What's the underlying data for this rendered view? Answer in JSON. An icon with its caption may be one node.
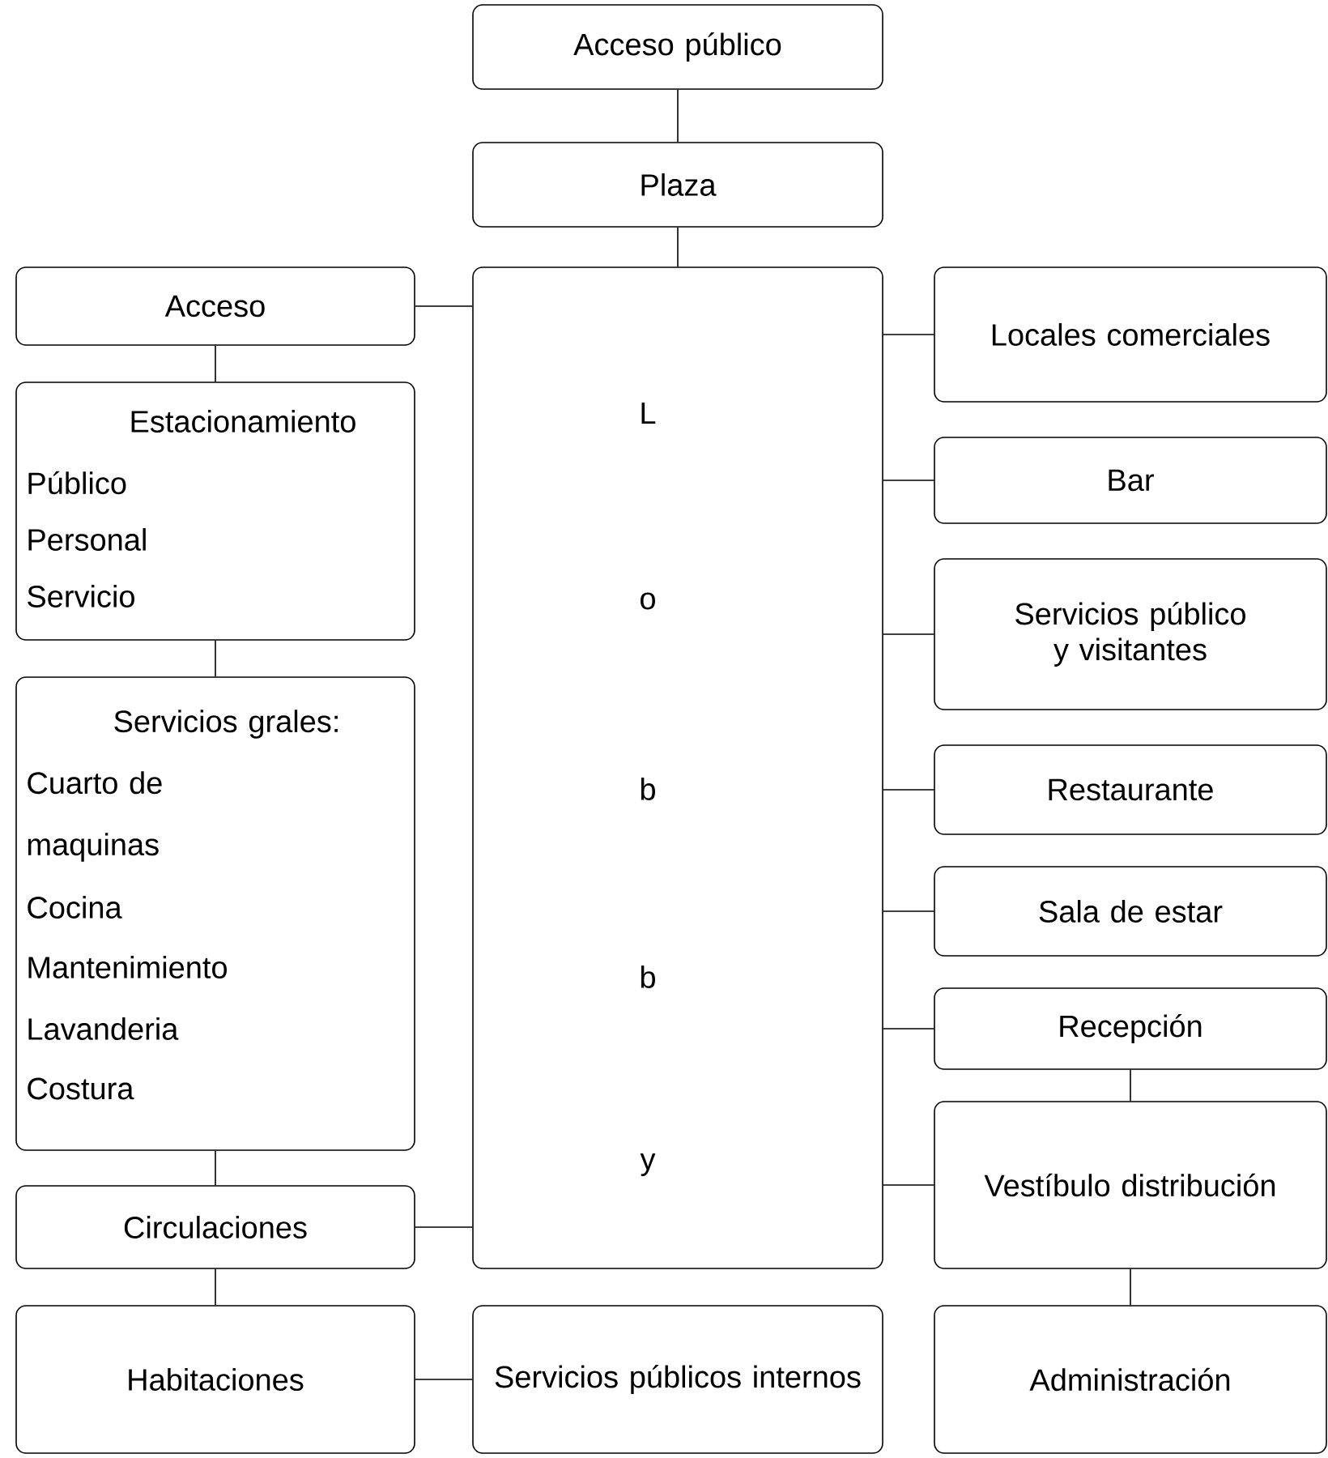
{
  "diagram": {
    "nodes": [
      {
        "text": [
          "Acceso público"
        ]
      },
      {
        "text": [
          "Plaza"
        ]
      },
      {
        "text": [
          "L",
          "o",
          "b",
          "b",
          "y"
        ]
      },
      {
        "text": [
          "Acceso"
        ]
      },
      {
        "text": [
          "Estacionamiento",
          "Público",
          "Personal",
          "Servicio"
        ]
      },
      {
        "text": [
          "Servicios grales:",
          "Cuarto de maquinas",
          "Cocina",
          "Mantenimiento",
          "Lavanderia",
          "Costura"
        ]
      },
      {
        "text": [
          "Circulaciones"
        ]
      },
      {
        "text": [
          "Habitaciones"
        ]
      },
      {
        "text": [
          "Servicios públicos internos"
        ]
      },
      {
        "text": [
          "Locales comerciales"
        ]
      },
      {
        "text": [
          "Bar"
        ]
      },
      {
        "text": [
          "Servicios público y visitantes"
        ]
      },
      {
        "text": [
          "Restaurante"
        ]
      },
      {
        "text": [
          "Sala de estar"
        ]
      },
      {
        "text": [
          "Recepción"
        ]
      },
      {
        "text": [
          "Vestíbulo distribución"
        ]
      },
      {
        "text": [
          "Administración"
        ]
      }
    ],
    "edges": [
      {
        "from": 0,
        "to": 1,
        "arrow": "none"
      },
      {
        "from": 1,
        "to": 2,
        "arrow": "none"
      },
      {
        "from": 3,
        "to": 2,
        "arrow": "none"
      },
      {
        "from": 3,
        "to": 4,
        "arrow": "none"
      },
      {
        "from": 4,
        "to": 5,
        "arrow": "none"
      },
      {
        "from": 5,
        "to": 6,
        "arrow": "none"
      },
      {
        "from": 6,
        "to": 2,
        "arrow": "none"
      },
      {
        "from": 6,
        "to": 7,
        "arrow": "none"
      },
      {
        "from": 7,
        "to": 8,
        "arrow": "none"
      },
      {
        "from": 2,
        "to": 9,
        "arrow": "none"
      },
      {
        "from": 2,
        "to": 10,
        "arrow": "none"
      },
      {
        "from": 2,
        "to": 11,
        "arrow": "none"
      },
      {
        "from": 2,
        "to": 12,
        "arrow": "none"
      },
      {
        "from": 2,
        "to": 13,
        "arrow": "none"
      },
      {
        "from": 2,
        "to": 14,
        "arrow": "none"
      },
      {
        "from": 2,
        "to": 15,
        "arrow": "none"
      },
      {
        "from": 14,
        "to": 15,
        "arrow": "none"
      },
      {
        "from": 15,
        "to": 16,
        "arrow": "none"
      }
    ]
  }
}
